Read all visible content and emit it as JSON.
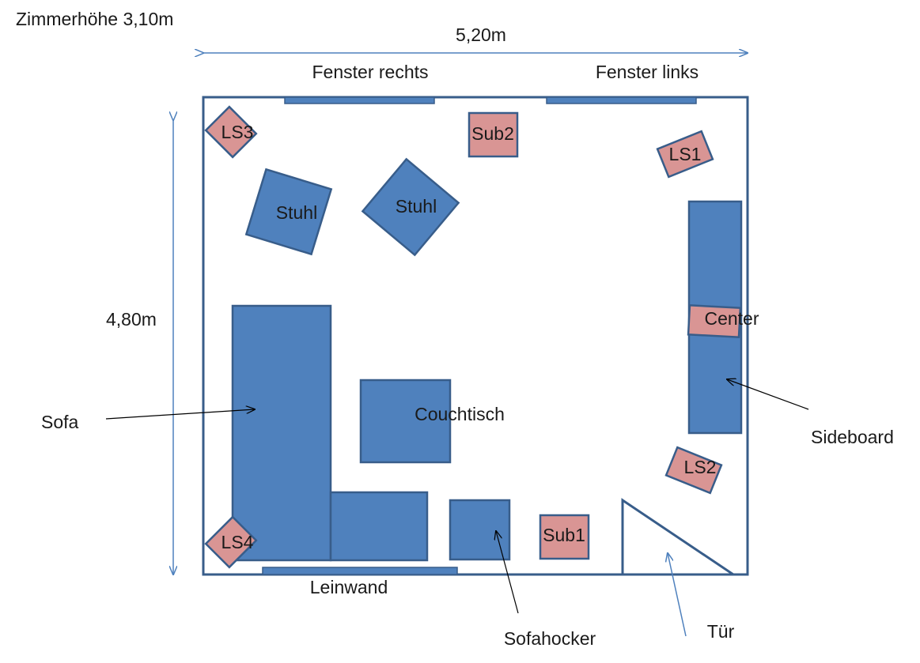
{
  "room_height": "Zimmerhöhe 3,10m",
  "dimensions": {
    "width": "5,20m",
    "depth": "4,80m"
  },
  "windows": {
    "right": "Fenster rechts",
    "left": "Fenster links"
  },
  "screen": "Leinwand",
  "furniture": {
    "chair_a": "Stuhl",
    "chair_b": "Stuhl",
    "sofa": "Sofa",
    "coffee_table": "Couchtisch",
    "ottoman": "Sofahocker",
    "sideboard": "Sideboard",
    "door": "Tür"
  },
  "speakers": {
    "ls1": "LS1",
    "ls2": "LS2",
    "ls3": "LS3",
    "ls4": "LS4",
    "sub1": "Sub1",
    "sub2": "Sub2",
    "center": "Center"
  },
  "colors": {
    "furniture": "#4f81bd",
    "speaker": "#d99594",
    "outline": "#385d8a"
  }
}
